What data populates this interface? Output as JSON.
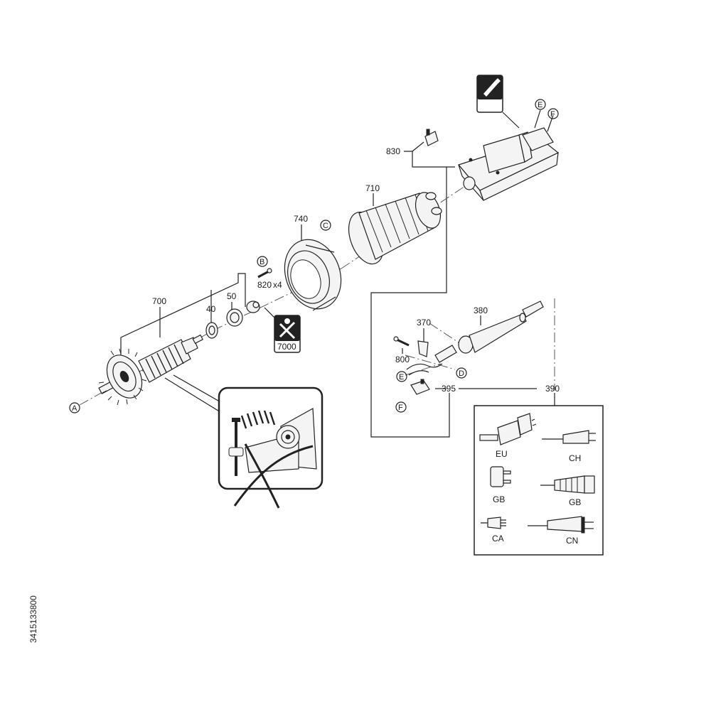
{
  "part_labels": {
    "p700": "700",
    "p40": "40",
    "p50": "50",
    "p740": "740",
    "p710": "710",
    "p820": "820",
    "p820_qty": "x4",
    "p830": "830",
    "p370": "370",
    "p380": "380",
    "p800": "800",
    "p395": "395",
    "p390": "390"
  },
  "callout_letters": {
    "A": "A",
    "B": "B",
    "C": "C",
    "D": "D",
    "E": "E",
    "F": "F"
  },
  "tool_badge": "7000",
  "plug_variants": {
    "eu": "EU",
    "ch": "CH",
    "gb_left": "GB",
    "gb_right": "GB",
    "ca": "CA",
    "cn": "CN"
  },
  "document_id": "3415133800",
  "icons": [
    "grease-tube-icon",
    "tool-service-icon",
    "do-not-clamp-icon"
  ]
}
